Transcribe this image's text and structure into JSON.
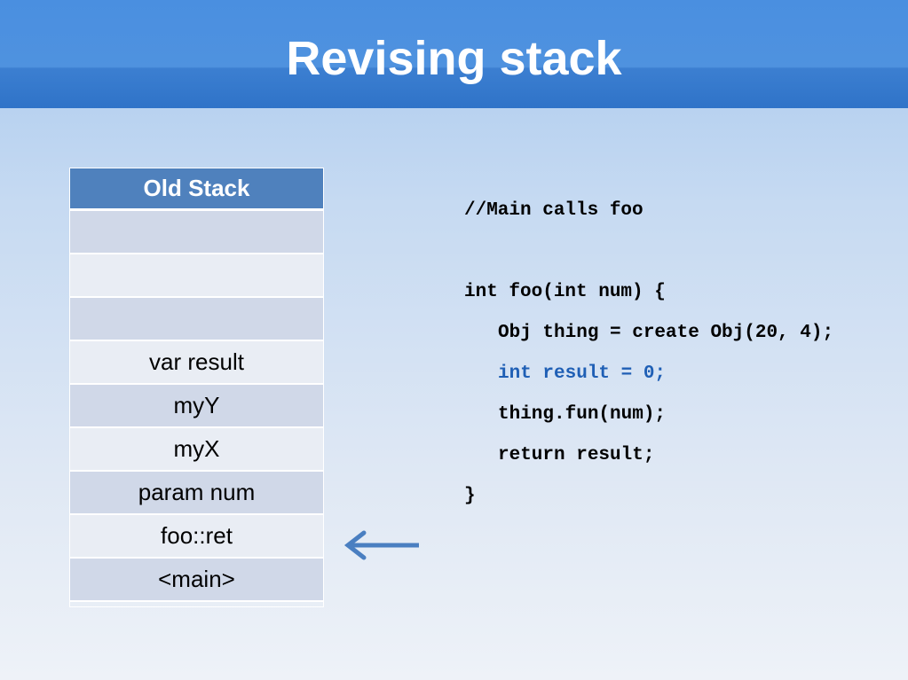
{
  "slide": {
    "title": "Revising stack"
  },
  "stack_table": {
    "header": "Old Stack",
    "rows": [
      "",
      "",
      "",
      "var result",
      "myY",
      "myX",
      "param num",
      "foo::ret",
      "<main>"
    ]
  },
  "code": {
    "lines": [
      "//Main calls foo",
      "int foo(int num) {",
      "Obj thing = create Obj(20, 4);",
      "int result = 0;",
      "thing.fun(num);",
      "return result;",
      "}"
    ]
  },
  "colors": {
    "header_bg": "#4f81bd",
    "row_dark": "#d0d8e8",
    "row_light": "#e9edf4",
    "highlight_code": "#1f5fb5",
    "arrow": "#4a7fc1"
  },
  "icons": {
    "pointer": "left-arrow-icon"
  }
}
